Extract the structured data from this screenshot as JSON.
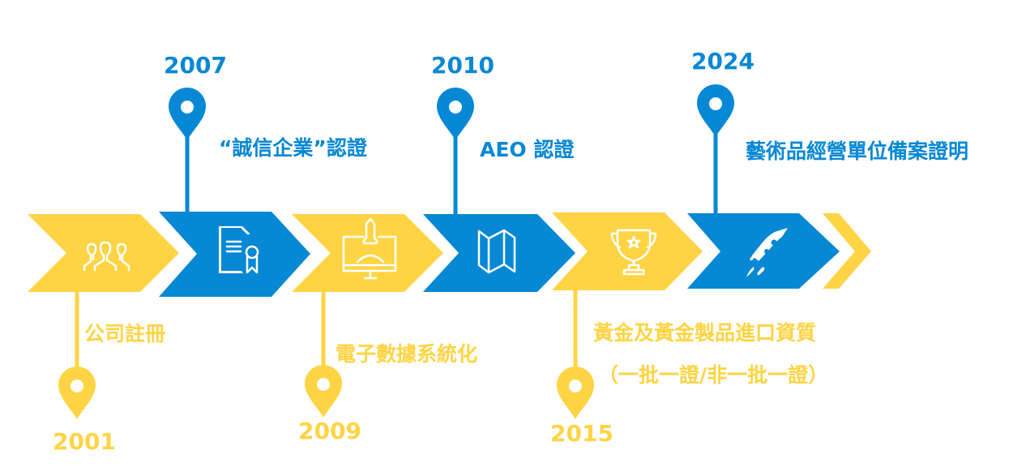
{
  "colors": {
    "blue": "#0788D4",
    "yellow": "#FFD444"
  },
  "milestones": [
    {
      "year": "2001",
      "label": "公司註冊",
      "icon": "people-icon",
      "color": "yellow"
    },
    {
      "year": "2007",
      "label": "“誠信企業”認證",
      "icon": "certificate-icon",
      "color": "blue"
    },
    {
      "year": "2009",
      "label": "電子數據系統化",
      "icon": "monitor-rocket-icon",
      "color": "yellow"
    },
    {
      "year": "2010",
      "label": "AEO 認證",
      "icon": "map-icon",
      "color": "blue"
    },
    {
      "year": "2015",
      "label": "黃金及黃金製品進口資質",
      "label2": "（一批一證/非一批一證）",
      "icon": "trophy-icon",
      "color": "yellow"
    },
    {
      "year": "2024",
      "label": "藝術品經營單位備案證明",
      "icon": "rocket-icon",
      "color": "blue"
    }
  ]
}
